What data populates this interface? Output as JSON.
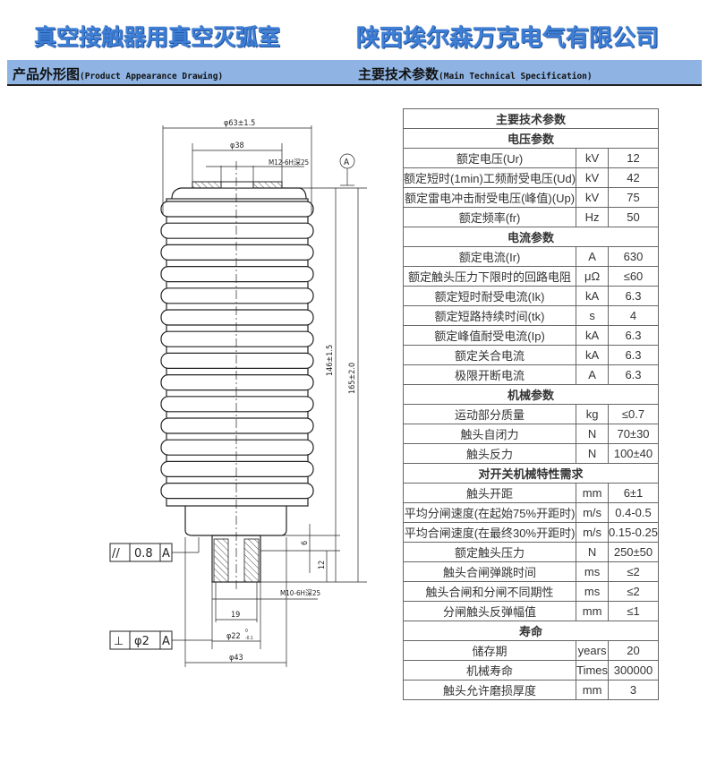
{
  "header": {
    "product_title": "真空接触器用真空灭弧室",
    "company": "陕西埃尔森万克电气有限公司"
  },
  "section_bar": {
    "left_cn": "产品外形图",
    "left_en": "(Product Appearance Drawing)",
    "right_cn": "主要技术参数",
    "right_en": "(Main Technical Specification)"
  },
  "drawing": {
    "dim_outer_dia": "φ63±1.5",
    "dim_top_dia": "φ38",
    "top_thread": "M12-6H深25",
    "datum": "A",
    "dim_146": "146±1.5",
    "dim_165": "165±2.0",
    "dim_6": "6",
    "dim_12": "12",
    "bottom_thread": "M10-6H深25",
    "dim_19": "19",
    "dim_22": "φ22",
    "dim_22_tol_upper": "0",
    "dim_22_tol_lower": "-0.1",
    "dim_43": "φ43",
    "fcf_parallel": {
      "symbol": "//",
      "value": "0.8",
      "datum": "A"
    },
    "fcf_perp": {
      "symbol": "⊥",
      "value": "φ2",
      "datum": "A"
    }
  },
  "spec_table": {
    "title": "主要技术参数",
    "sections": [
      {
        "name": "电压参数",
        "rows": [
          [
            "额定电压(Ur)",
            "kV",
            "12"
          ],
          [
            "额定短时(1min)工频耐受电压(Ud)",
            "kV",
            "42"
          ],
          [
            "额定雷电冲击耐受电压(峰值)(Up)",
            "kV",
            "75"
          ],
          [
            "额定频率(fr)",
            "Hz",
            "50"
          ]
        ]
      },
      {
        "name": "电流参数",
        "rows": [
          [
            "额定电流(Ir)",
            "A",
            "630"
          ],
          [
            "额定触头压力下限时的回路电阻",
            "μΩ",
            "≤60"
          ],
          [
            "额定短时耐受电流(Ik)",
            "kA",
            "6.3"
          ],
          [
            "额定短路持续时间(tk)",
            "s",
            "4"
          ],
          [
            "额定峰值耐受电流(Ip)",
            "kA",
            "6.3"
          ],
          [
            "额定关合电流",
            "kA",
            "6.3"
          ],
          [
            "极限开断电流",
            "A",
            "6.3"
          ]
        ]
      },
      {
        "name": "机械参数",
        "rows": [
          [
            "运动部分质量",
            "kg",
            "≤0.7"
          ],
          [
            "触头自闭力",
            "N",
            "70±30"
          ],
          [
            "触头反力",
            "N",
            "100±40"
          ]
        ]
      },
      {
        "name": "对开关机械特性需求",
        "rows": [
          [
            "触头开距",
            "mm",
            "6±1"
          ],
          [
            "平均分闸速度(在起始75%开距时)",
            "m/s",
            "0.4-0.5"
          ],
          [
            "平均合闸速度(在最终30%开距时)",
            "m/s",
            "0.15-0.25"
          ],
          [
            "额定触头压力",
            "N",
            "250±50"
          ],
          [
            "触头合闸弹跳时间",
            "ms",
            "≤2"
          ],
          [
            "触头合闸和分闸不同期性",
            "ms",
            "≤2"
          ],
          [
            "分闸触头反弹幅值",
            "mm",
            "≤1"
          ]
        ]
      },
      {
        "name": "寿命",
        "rows": [
          [
            "储存期",
            "years",
            "20"
          ],
          [
            "机械寿命",
            "Times",
            "300000"
          ],
          [
            "触头允许磨损厚度",
            "mm",
            "3"
          ]
        ]
      }
    ]
  }
}
